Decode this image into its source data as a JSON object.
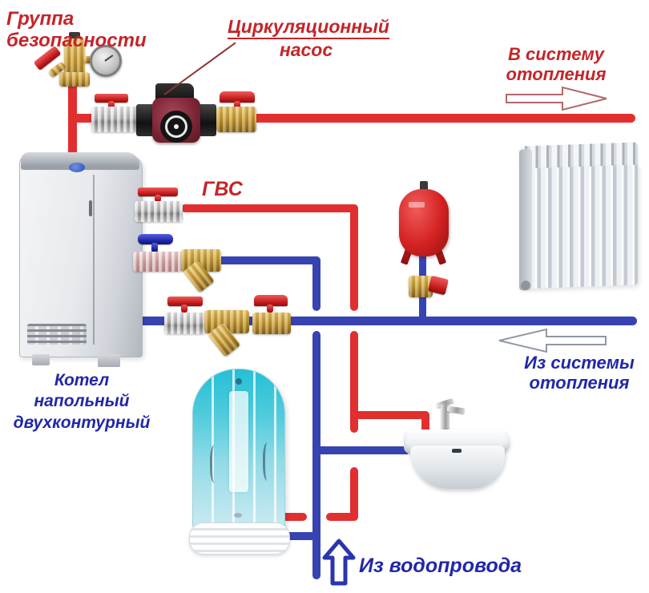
{
  "labels": {
    "safety_group": "Группа безопасности",
    "pump_line1": "Циркуляционный",
    "pump_line2": "насос",
    "to_heating": "В систему отопления",
    "dhw": "ГВС",
    "boiler": "Котел напольный двухконтурный",
    "from_heating": "Из системы отопления",
    "from_water": "Из водопровода"
  },
  "colors": {
    "hot": "#e12f2f",
    "cold": "#3743b0",
    "label_red": "#c52428",
    "label_blue": "#2127a8"
  },
  "icons": {
    "to_heating_arrow": "arrow-right-outline",
    "from_heating_arrow": "arrow-left-outline",
    "water_supply_arrow": "arrow-up-outline"
  }
}
